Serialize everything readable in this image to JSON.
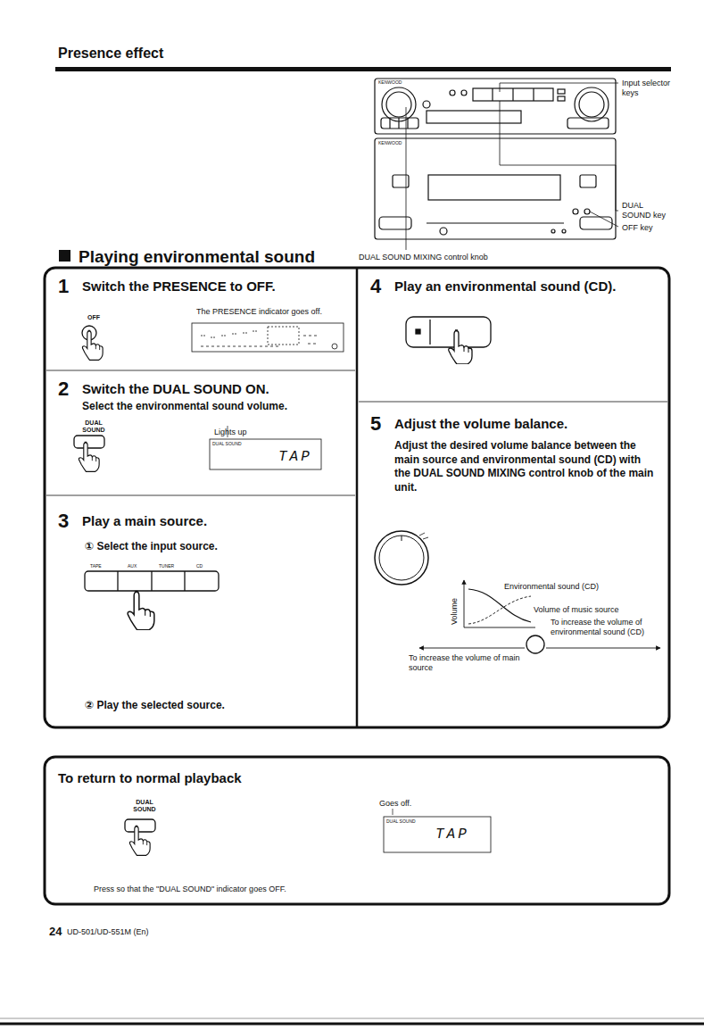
{
  "diagram": {
    "title": "Presence effect",
    "nodes": [
      {
        "text": [
          "1",
          "Switch the PRESENCE to OFF.",
          "OFF",
          "The PRESENCE indicator goes off."
        ]
      },
      {
        "text": [
          "2",
          "Switch the DUAL SOUND ON.",
          "Select the environmental sound volume.",
          "DUAL SOUND",
          "Lights up",
          "DUAL SOUND",
          "TAP"
        ]
      },
      {
        "text": [
          "3",
          "Play a main source.",
          "① Select the input source.",
          "② Play the selected source."
        ]
      },
      {
        "text": [
          "4",
          "Play an environmental sound (CD)."
        ]
      },
      {
        "text": [
          "5",
          "Adjust the volume balance.",
          "Adjust the desired volume balance between the main source and environmental sound (CD) with the DUAL SOUND MIXING control knob of the main unit."
        ]
      },
      {
        "text": [
          "To return to normal playback",
          "DUAL SOUND",
          "Goes off.",
          "DUAL SOUND",
          "TAP",
          "Press so that the \"DUAL SOUND\" indicator goes OFF."
        ]
      }
    ],
    "labels": [
      "Playing environmental sound",
      "Input selector keys",
      "DUAL SOUND key",
      "OFF key",
      "DUAL SOUND MIXING control knob",
      "KENWOOD",
      "KENWOOD",
      "TAPE",
      "AUX",
      "TUNER",
      "CD",
      "Volume",
      "Environmental sound (CD)",
      "Volume of music source",
      "To increase the volume of environmental sound (CD)",
      "To increase the volume of main source",
      "24",
      "UD-501/UD-551M (En)"
    ]
  }
}
